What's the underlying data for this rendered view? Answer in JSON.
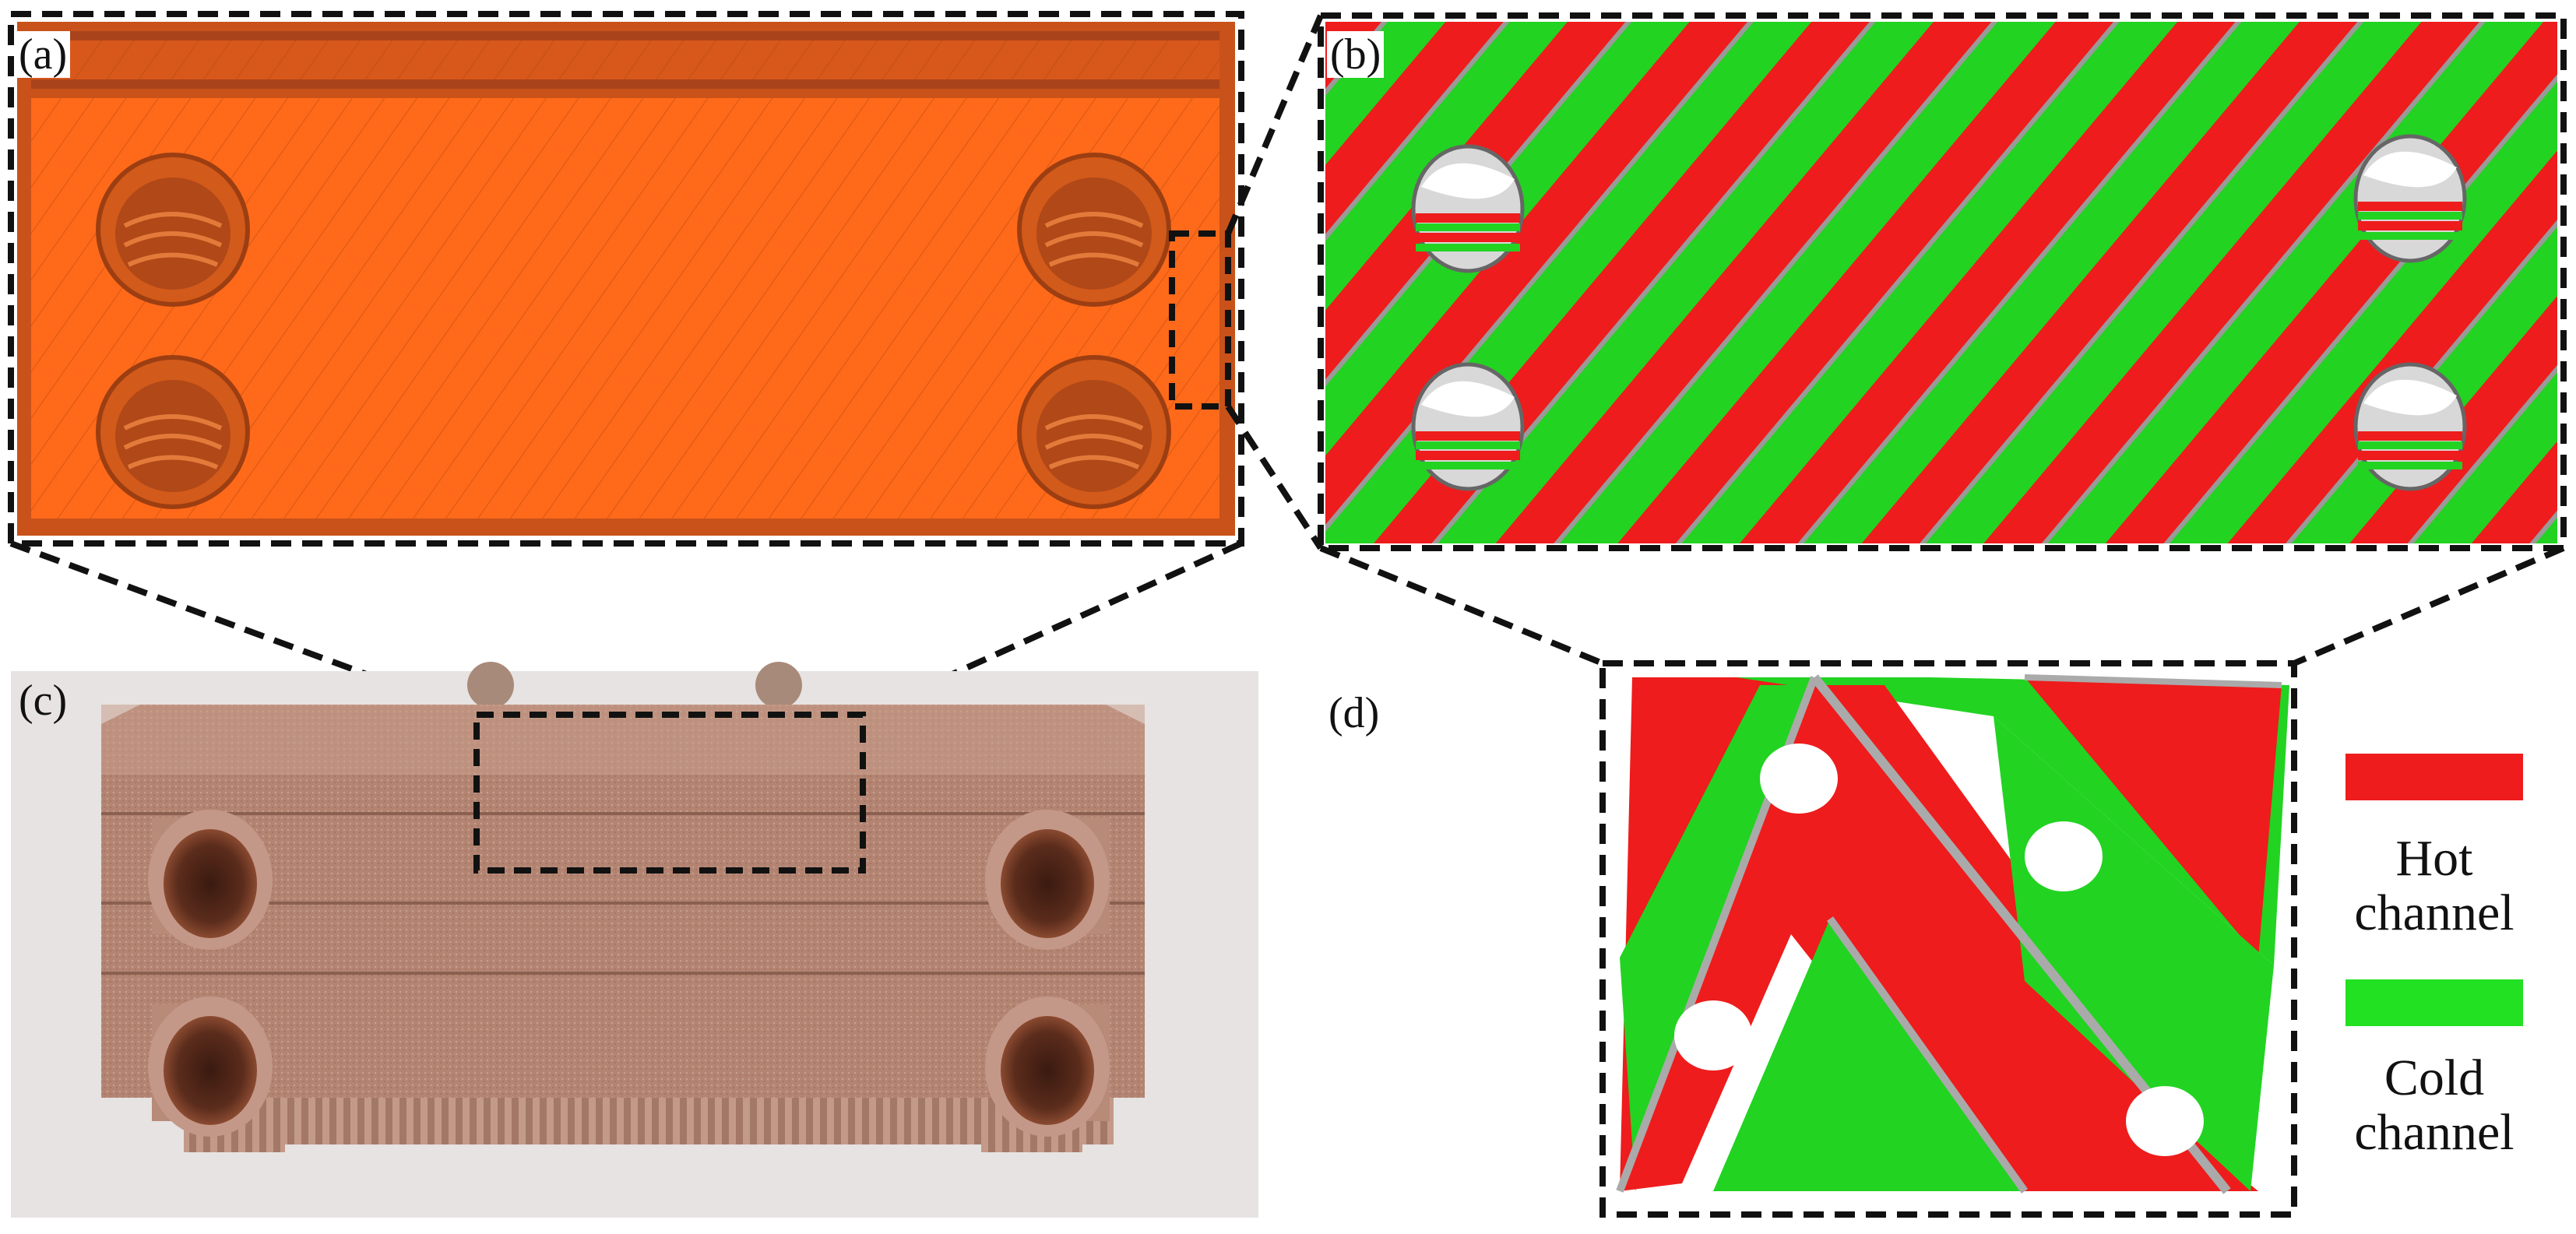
{
  "panels": {
    "a": {
      "label": "(a)"
    },
    "b": {
      "label": "(b)"
    },
    "c": {
      "label": "(c)"
    },
    "d": {
      "label": "(d)"
    }
  },
  "legend": {
    "hot": {
      "line1": "Hot",
      "line2": "channel",
      "color": "#ee1c1c"
    },
    "cold": {
      "line1": "Cold",
      "line2": "channel",
      "color": "#22e022"
    }
  },
  "colors": {
    "copper_orange": "#ff6a1a",
    "copper_dark": "#c8521a",
    "photo_copper": "#b88a78",
    "background_gray": "#e6e3e2",
    "dashed_border": "#111111"
  },
  "icons": {
    "ports": "circular-port-icon"
  }
}
